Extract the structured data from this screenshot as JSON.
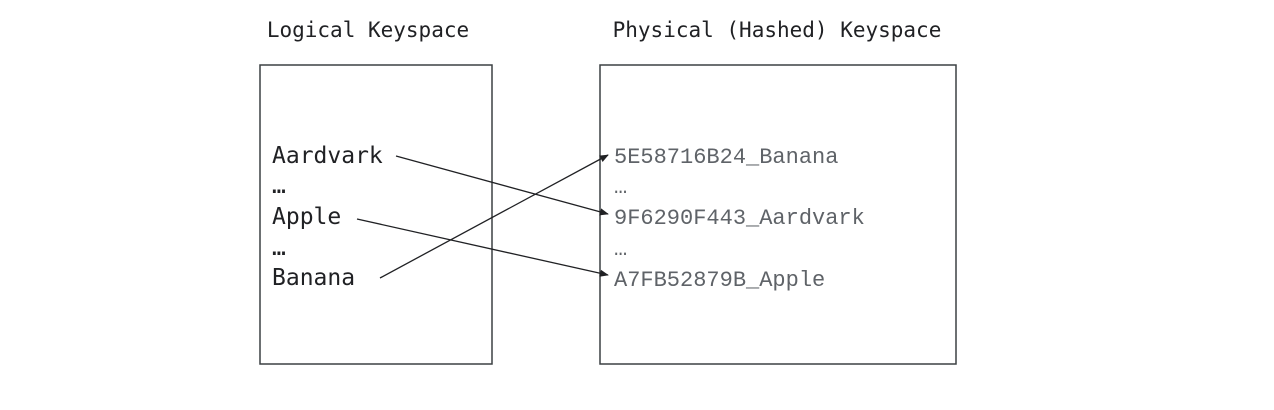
{
  "logical_keyspace": {
    "title": "Logical Keyspace",
    "keys": [
      "Aardvark",
      "…",
      "Apple",
      "…",
      "Banana"
    ]
  },
  "physical_keyspace": {
    "title": "Physical (Hashed) Keyspace",
    "keys": [
      "5E58716B24_Banana",
      "…",
      "9F6290F443_Aardvark",
      "…",
      "A7FB52879B_Apple"
    ]
  },
  "mappings": [
    {
      "from": "Aardvark",
      "to": "9F6290F443_Aardvark"
    },
    {
      "from": "Apple",
      "to": "A7FB52879B_Apple"
    },
    {
      "from": "Banana",
      "to": "5E58716B24_Banana"
    }
  ]
}
